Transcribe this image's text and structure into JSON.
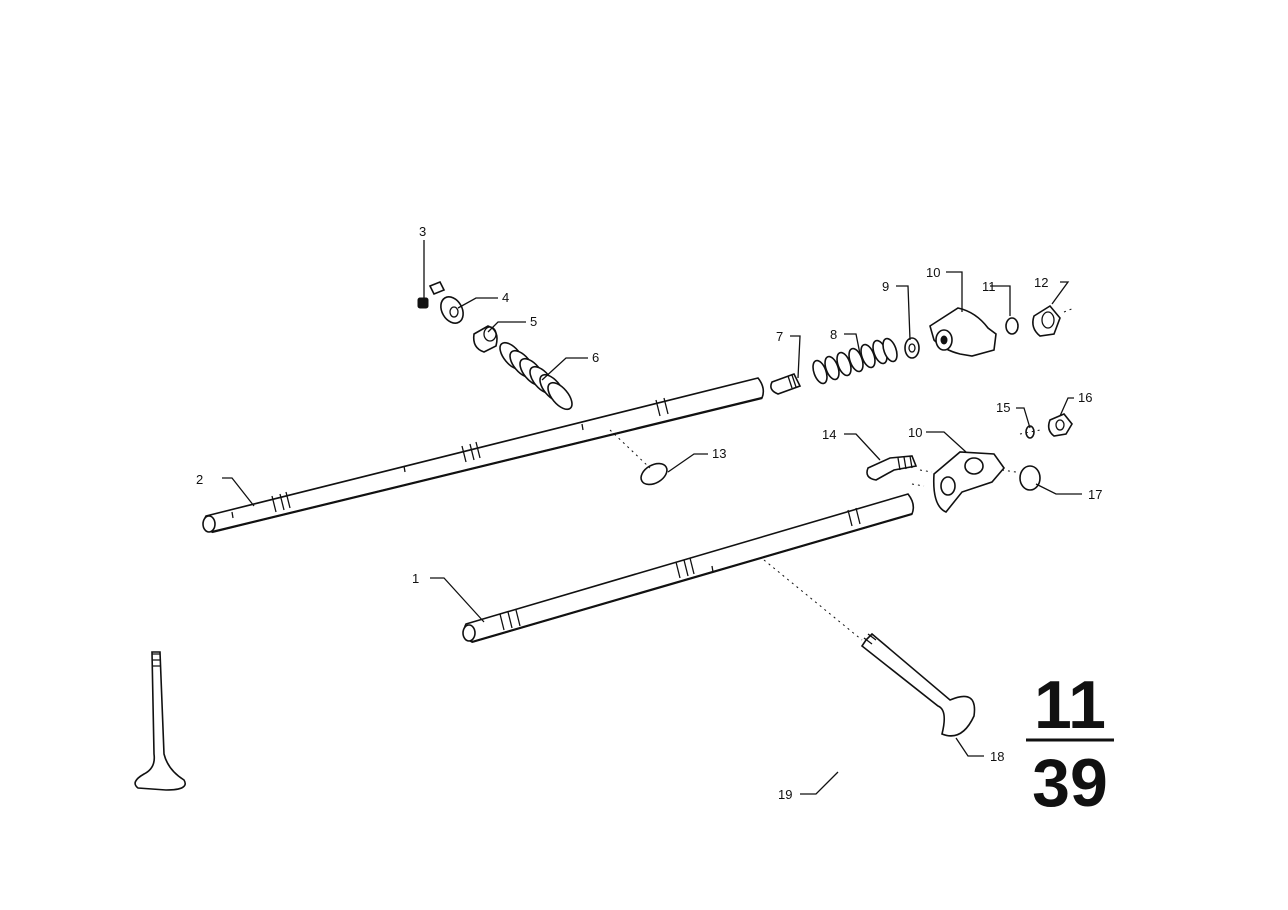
{
  "callouts": [
    "1",
    "2",
    "3",
    "4",
    "5",
    "6",
    "7",
    "8",
    "9",
    "10",
    "11",
    "12",
    "13",
    "14",
    "10",
    "15",
    "16",
    "17",
    "18",
    "19"
  ],
  "page_number": {
    "top": "11",
    "bottom": "39"
  }
}
